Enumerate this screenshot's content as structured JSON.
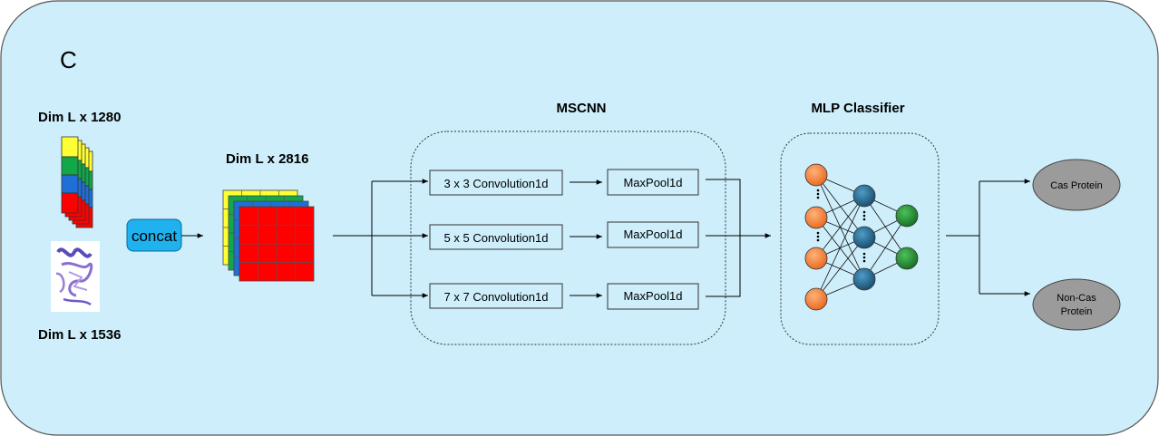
{
  "panel_letter": "C",
  "inputs": {
    "top_dim": "Dim L x 1280",
    "bottom_dim": "Dim L x 1536"
  },
  "concat_label": "concat",
  "concat_dim": "Dim L x 2816",
  "mscnn": {
    "title": "MSCNN",
    "convs": [
      "3 x 3 Convolution1d",
      "5 x 5 Convolution1d",
      "7 x 7 Convolution1d"
    ],
    "pool_label": "MaxPool1d"
  },
  "mlp": {
    "title": "MLP Classifier"
  },
  "outputs": {
    "cas": "Cas Protein",
    "non_cas_line1": "Non-Cas",
    "non_cas_line2": "Protein"
  },
  "colors": {
    "background": "#cdeefa",
    "concat_box": "#1fb2ee",
    "input_neuron": "#f07a2f",
    "hidden_neuron": "#1f5f86",
    "output_neuron": "#1f8a2e",
    "output_ellipse": "#9b9b9b",
    "cube_red": "#ff0000",
    "cube_yellow": "#ffff33",
    "cube_green": "#12a84a",
    "cube_blue": "#1f6fd6"
  }
}
